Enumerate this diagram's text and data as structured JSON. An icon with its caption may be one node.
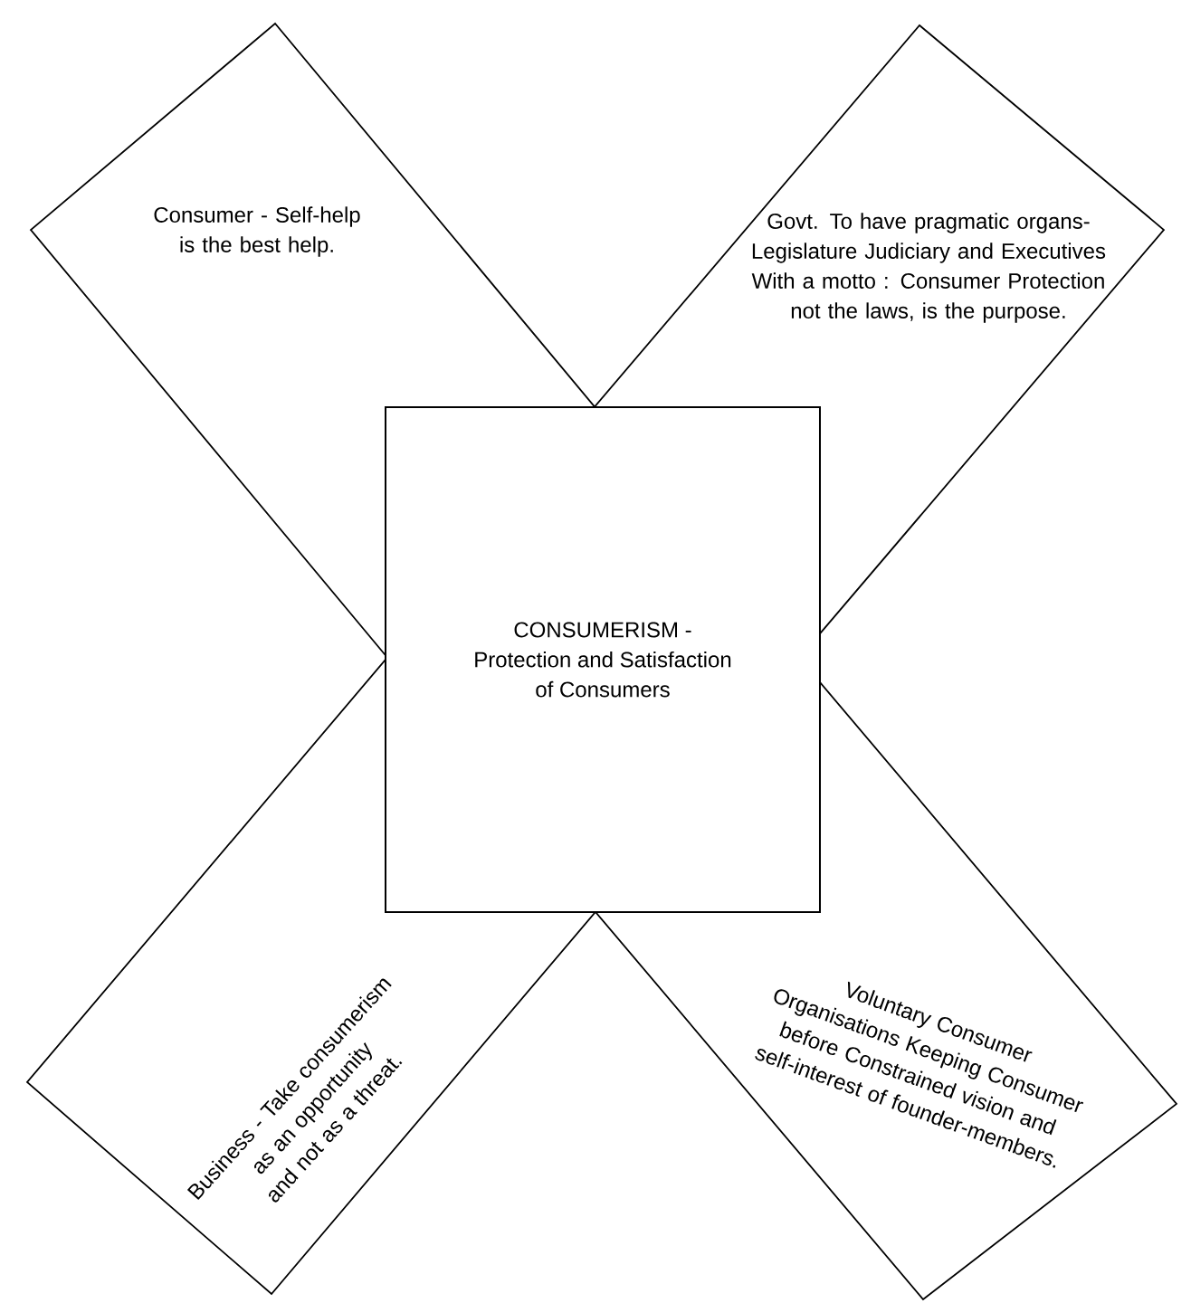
{
  "diagram": {
    "nodes": [
      {
        "text": [
          "Consumer - Self-help is the best help."
        ]
      },
      {
        "text": [
          "Govt. To have pragmatic organs-Legislature Judiciary and Executives With a motto : Consumer Protection not the laws, is the purpose."
        ]
      },
      {
        "text": [
          "CONSUMERISM - Protection and Satisfaction of Consumers"
        ]
      },
      {
        "text": [
          "Business - Take consumerism as an opportunity and not as a threat."
        ]
      },
      {
        "text": [
          "Voluntary Consumer Organisations Keeping Consumer before Constrained vision and self-interest of founder-members."
        ]
      }
    ]
  }
}
